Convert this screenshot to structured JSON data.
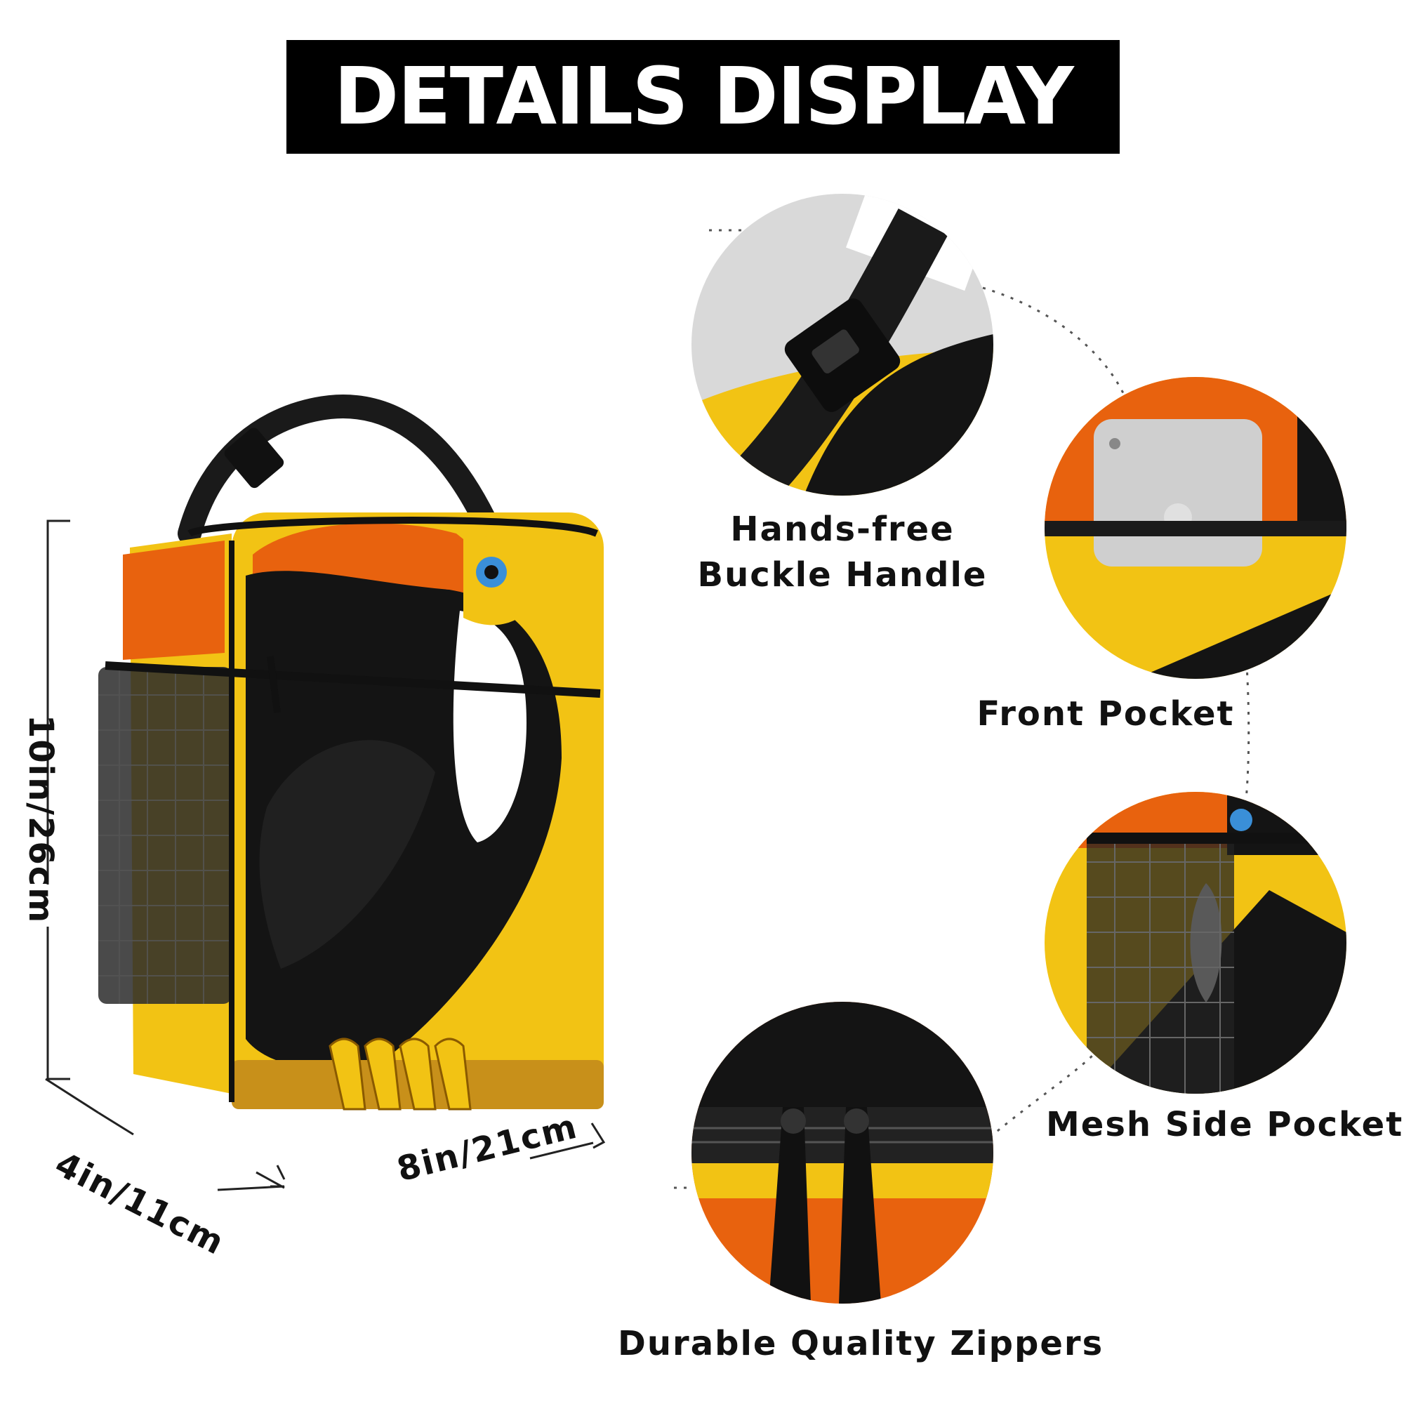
{
  "banner": {
    "title": "DETAILS DISPLAY"
  },
  "dimensions": {
    "height": "10in/26cm",
    "depth": "4in/11cm",
    "width": "8in/21cm"
  },
  "features": [
    {
      "line1": "Hands-free",
      "line2": "Buckle Handle"
    },
    {
      "label": "Front Pocket"
    },
    {
      "label": "Mesh Side Pocket"
    },
    {
      "label": "Durable Quality Zippers"
    }
  ],
  "colors": {
    "yellow": "#f2c314",
    "orange": "#e8620e",
    "black": "#141414",
    "white": "#ffffff",
    "eye_blue": "#3a8fd8",
    "gray": "#d9d9d9"
  }
}
